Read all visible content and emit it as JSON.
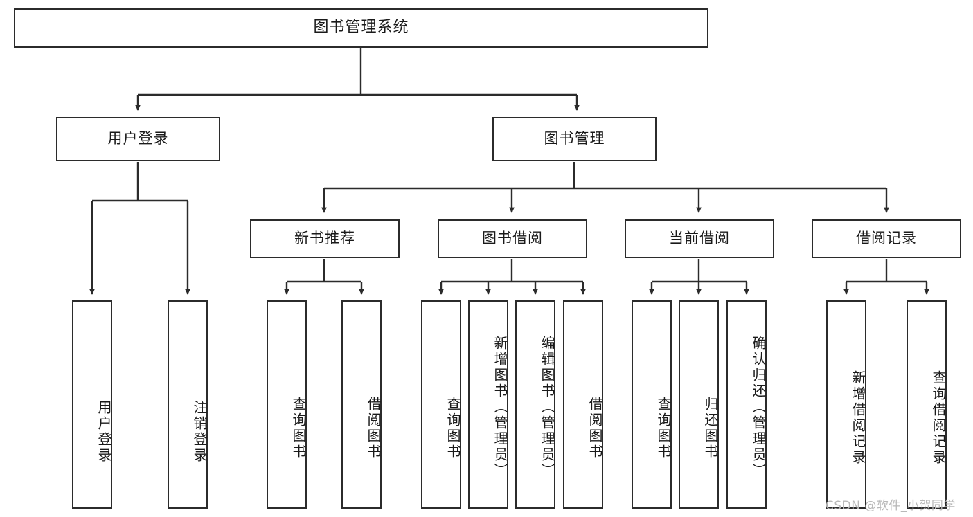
{
  "diagram": {
    "title": "图书管理系统",
    "type": "tree-hierarchy-chart",
    "stroke_color": "#2b2b2b",
    "background_color": "#ffffff",
    "watermark": "CSDN @软件_小贺同学",
    "nodes": {
      "root": {
        "label": "图书管理系统"
      },
      "level2": [
        {
          "id": "user-login",
          "label": "用户登录"
        },
        {
          "id": "book-management",
          "label": "图书管理"
        }
      ],
      "level3": [
        {
          "id": "new-book-recommend",
          "label": "新书推荐"
        },
        {
          "id": "book-borrow",
          "label": "图书借阅"
        },
        {
          "id": "current-borrow",
          "label": "当前借阅"
        },
        {
          "id": "borrow-record",
          "label": "借阅记录"
        }
      ],
      "leaves": {
        "user_login": [
          {
            "id": "leaf-user-login",
            "label": "用户登录"
          },
          {
            "id": "leaf-logout-login",
            "label": "注销登录"
          }
        ],
        "new_book_recommend": [
          {
            "id": "leaf-query-book-1",
            "label": "查询图书"
          },
          {
            "id": "leaf-borrow-book-1",
            "label": "借阅图书"
          }
        ],
        "book_borrow": [
          {
            "id": "leaf-query-book-2",
            "label": "查询图书"
          },
          {
            "id": "leaf-add-book",
            "label": "新增图书（管理员）"
          },
          {
            "id": "leaf-edit-book",
            "label": "编辑图书（管理员）"
          },
          {
            "id": "leaf-borrow-book-2",
            "label": "借阅图书"
          }
        ],
        "current_borrow": [
          {
            "id": "leaf-query-book-3",
            "label": "查询图书"
          },
          {
            "id": "leaf-return-book",
            "label": "归还图书"
          },
          {
            "id": "leaf-confirm-return",
            "label": "确认归还（管理员）"
          }
        ],
        "borrow_record": [
          {
            "id": "leaf-add-record",
            "label": "新增借阅记录"
          },
          {
            "id": "leaf-query-record",
            "label": "查询借阅记录"
          }
        ]
      }
    }
  }
}
